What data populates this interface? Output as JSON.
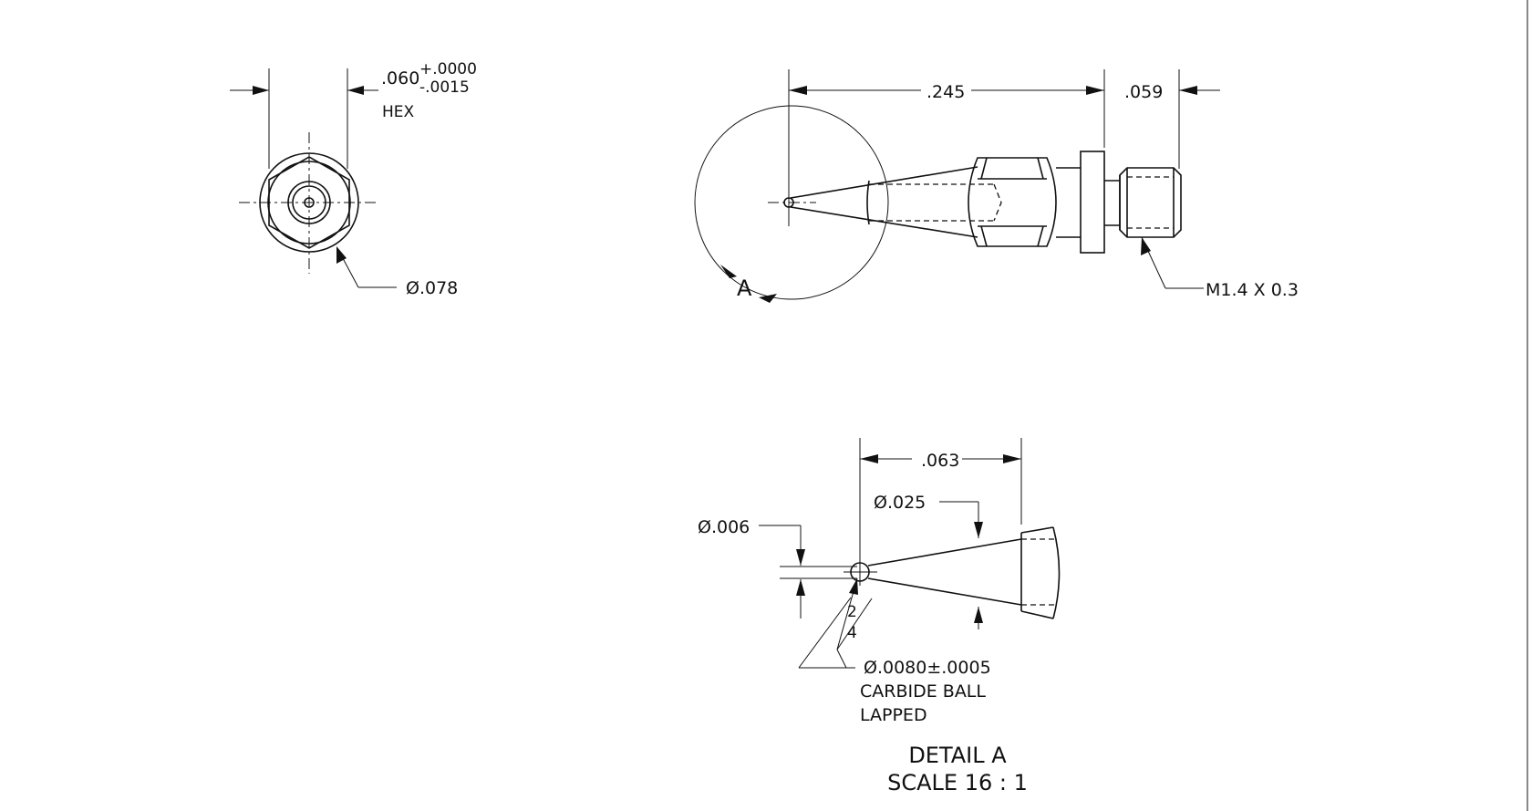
{
  "views": {
    "end_view": {
      "hex_nominal": ".060",
      "hex_tol_plus": "+.0000",
      "hex_tol_minus": "-.0015",
      "hex_label": "HEX",
      "diameter_callout": "Ø.078"
    },
    "side_view": {
      "dim_length": ".245",
      "dim_thread_length": ".059",
      "thread_callout": "M1.4 X 0.3",
      "detail_marker": "A"
    },
    "detail_view": {
      "dim_length": ".063",
      "dia_cone": "Ø.025",
      "dia_tip": "Ø.006",
      "finish_top": "2",
      "finish_bottom": "4",
      "ball_dia": "Ø.0080±.0005",
      "ball_note_1": "CARBIDE BALL",
      "ball_note_2": "LAPPED",
      "title": "DETAIL A",
      "scale": "SCALE 16 : 1"
    }
  }
}
